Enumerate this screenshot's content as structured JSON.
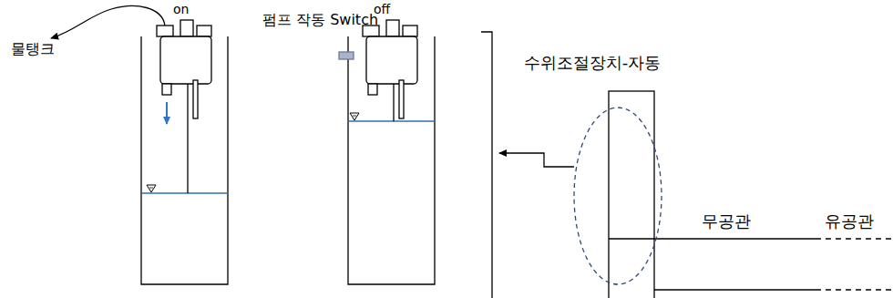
{
  "diagram": {
    "nodes": [
      {
        "text": [
          "수위조절장치-자동"
        ]
      }
    ],
    "labels": [
      "on",
      "펌프 작동 Switch",
      "off",
      "물탱크",
      "무공관",
      "유공관"
    ]
  }
}
